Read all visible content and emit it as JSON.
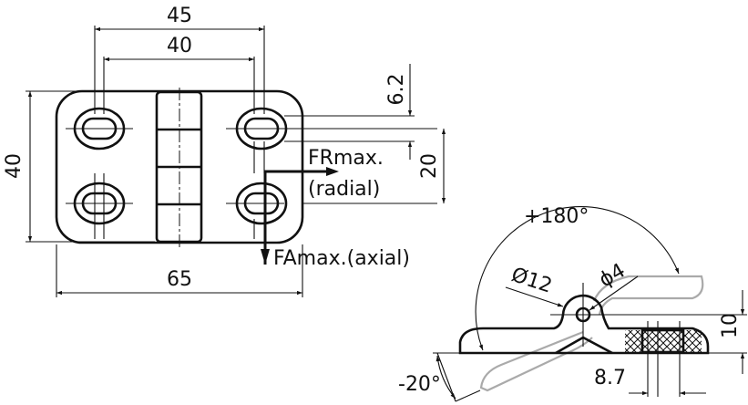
{
  "title": "Hinge technical drawing",
  "front_view": {
    "dim_hole_outer": "45",
    "dim_hole_inner": "40",
    "dim_height": "40",
    "dim_width": "65",
    "dim_slot_offset": "6.2",
    "dim_hole_pitch": "20",
    "force_radial_line1": "FRmax.",
    "force_radial_line2": "(radial)",
    "force_axial": "FAmax.(axial)"
  },
  "side_view": {
    "open_angle": "+180°",
    "close_angle": "-20°",
    "knuckle_diameter": "Ø12",
    "pin_diameter": "ϕ4",
    "thickness": "10",
    "hole_depth": "8.7"
  },
  "colors": {
    "line": "#111111",
    "ghost": "#aaaaaa"
  }
}
